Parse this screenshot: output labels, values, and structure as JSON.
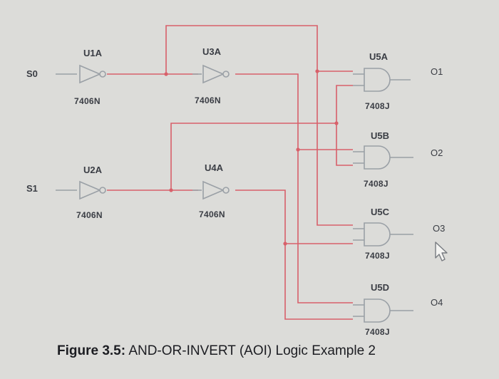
{
  "inputs": {
    "s0": "S0",
    "s1": "S1"
  },
  "outputs": {
    "o1": "O1",
    "o2": "O2",
    "o3": "O3",
    "o4": "O4"
  },
  "inverters": [
    {
      "ref": "U1A",
      "part": "7406N"
    },
    {
      "ref": "U2A",
      "part": "7406N"
    },
    {
      "ref": "U3A",
      "part": "7406N"
    },
    {
      "ref": "U4A",
      "part": "7406N"
    }
  ],
  "and_gates": [
    {
      "ref": "U5A",
      "part": "7408J"
    },
    {
      "ref": "U5B",
      "part": "7408J"
    },
    {
      "ref": "U5C",
      "part": "7408J"
    },
    {
      "ref": "U5D",
      "part": "7408J"
    }
  ],
  "caption": {
    "number": "Figure 3.5:",
    "text": "AND-OR-INVERT (AOI) Logic Example 2"
  },
  "colors": {
    "wire": "#d8606a",
    "component": "#9aa0a6",
    "label": "#3a3d44",
    "background": "#dcdcd9"
  }
}
